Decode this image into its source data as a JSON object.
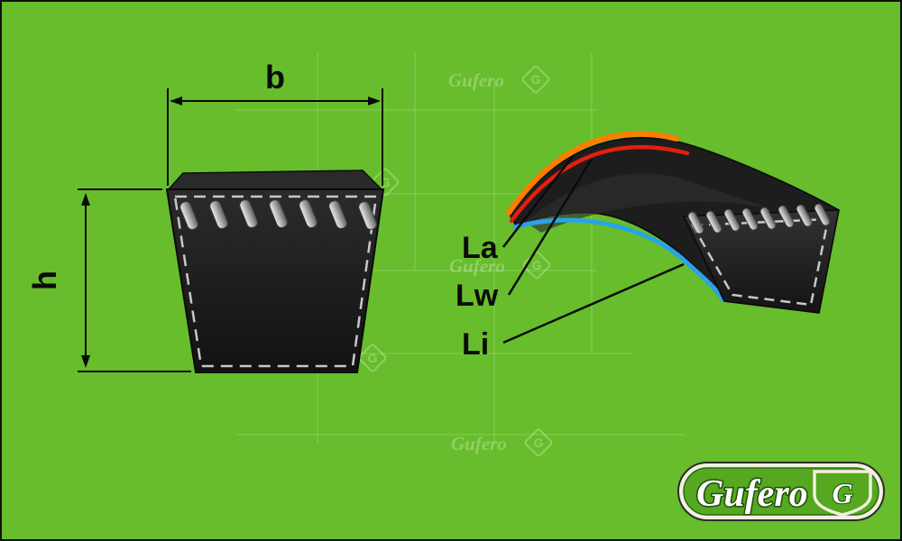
{
  "colors": {
    "background": "#67bd2b",
    "belt": "#1d1d1d",
    "dash": "#c8c8c8",
    "la_line": "#ff7d00",
    "lw_line": "#e31f0e",
    "li_line": "#29a3e8"
  },
  "dimensions": {
    "width_label": "b",
    "height_label": "h"
  },
  "length_labels": {
    "la": "La",
    "lw": "Lw",
    "li": "Li"
  },
  "logo": {
    "brand": "Gufero",
    "emblem": "G"
  },
  "watermark": {
    "brand": "Gufero",
    "emblem": "G"
  }
}
